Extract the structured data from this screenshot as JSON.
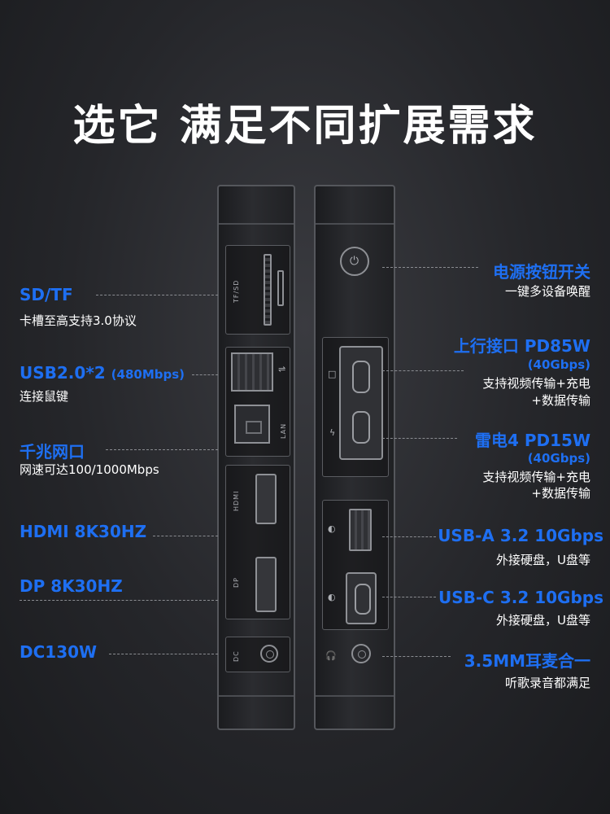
{
  "headline": "选它 满足不同扩展需求",
  "left_labels": [
    {
      "title": "SD/TF",
      "desc": "卡槽至高支持3.0协议"
    },
    {
      "title": "USB2.0*2",
      "title_small": "(480Mbps)",
      "desc": "连接鼠键"
    },
    {
      "title": "千兆网口",
      "desc": "网速可达100/1000Mbps"
    },
    {
      "title": "HDMI 8K30HZ",
      "desc": ""
    },
    {
      "title": "DP 8K30HZ",
      "desc": ""
    },
    {
      "title": "DC130W",
      "desc": ""
    }
  ],
  "right_labels": [
    {
      "title": "电源按钮开关",
      "desc": "一键多设备唤醒"
    },
    {
      "title": "上行接口 PD85W",
      "sub": "(40Gbps)",
      "desc": "支持视频传输+充电",
      "desc2": "+数据传输"
    },
    {
      "title": "雷电4 PD15W",
      "sub": "(40Gbps)",
      "desc": "支持视频传输+充电",
      "desc2": "+数据传输"
    },
    {
      "title": "USB-A 3.2 10Gbps",
      "desc": "外接硬盘，U盘等"
    },
    {
      "title": "USB-C 3.2 10Gbps",
      "desc": "外接硬盘，U盘等"
    },
    {
      "title": "3.5MM耳麦合一",
      "desc": "听歌录音都满足"
    }
  ],
  "device_labels": {
    "tf_sd": "TF/SD",
    "lan": "LAN",
    "hdmi": "HDMI",
    "dp": "DP",
    "dc": "DC"
  },
  "colors": {
    "accent": "#1e6ff2",
    "background": "#26272b"
  }
}
